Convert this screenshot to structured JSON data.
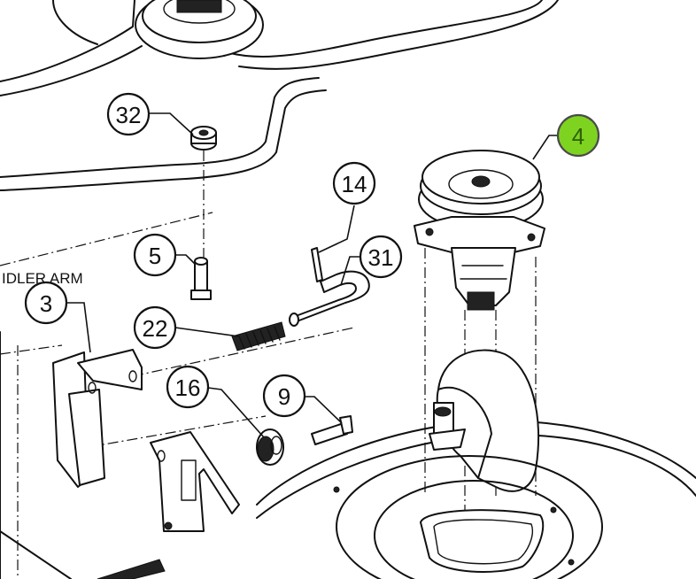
{
  "diagram": {
    "highlight_color": "#7ed321",
    "text_label": "IDLER ARM",
    "callouts": [
      {
        "id": "32",
        "label": "32",
        "highlighted": false
      },
      {
        "id": "14",
        "label": "14",
        "highlighted": false
      },
      {
        "id": "4",
        "label": "4",
        "highlighted": true
      },
      {
        "id": "5",
        "label": "5",
        "highlighted": false
      },
      {
        "id": "31",
        "label": "31",
        "highlighted": false
      },
      {
        "id": "3",
        "label": "3",
        "highlighted": false
      },
      {
        "id": "22",
        "label": "22",
        "highlighted": false
      },
      {
        "id": "16",
        "label": "16",
        "highlighted": false
      },
      {
        "id": "9",
        "label": "9",
        "highlighted": false
      }
    ]
  }
}
